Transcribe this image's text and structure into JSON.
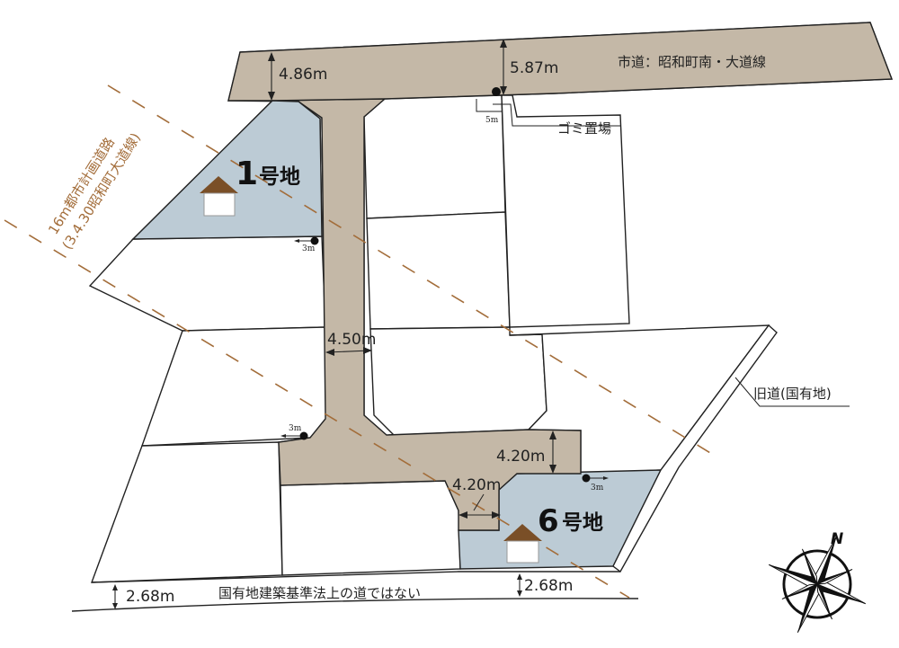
{
  "colors": {
    "road": "#c4b8a7",
    "highlight_lot": "#bccbd5",
    "planned_road_line": "#a36d3a",
    "house_roof": "#7a4f27",
    "outline": "#222222"
  },
  "roads": {
    "north_road_label": "市道：昭和町南・大道線",
    "north_width_left": "4.86m",
    "north_width_right": "5.87m",
    "private_road_width": "4.50m",
    "south_branch_width_vertical": "4.20m",
    "south_branch_width_horizontal": "4.20m",
    "south_road_label": "国有地建築基準法上の道ではない",
    "south_width_left": "2.68m",
    "south_width_right": "2.68m",
    "old_road_label": "旧道(国有地)"
  },
  "planned_road": {
    "line1": "16m都市計画道路",
    "line2": "(3.4.30昭和町大道線)"
  },
  "garbage": {
    "label": "ゴミ置場",
    "size": "5m"
  },
  "lots": [
    {
      "number": "1",
      "suffix": "号地",
      "highlighted": true
    },
    {
      "number": "6",
      "suffix": "号地",
      "highlighted": true
    }
  ],
  "markers": {
    "lot1_setback": "3m",
    "lot_left_setback": "3m",
    "lot6_setback": "3m"
  },
  "compass": {
    "north_label": "N",
    "icon": "compass-rose-icon"
  }
}
